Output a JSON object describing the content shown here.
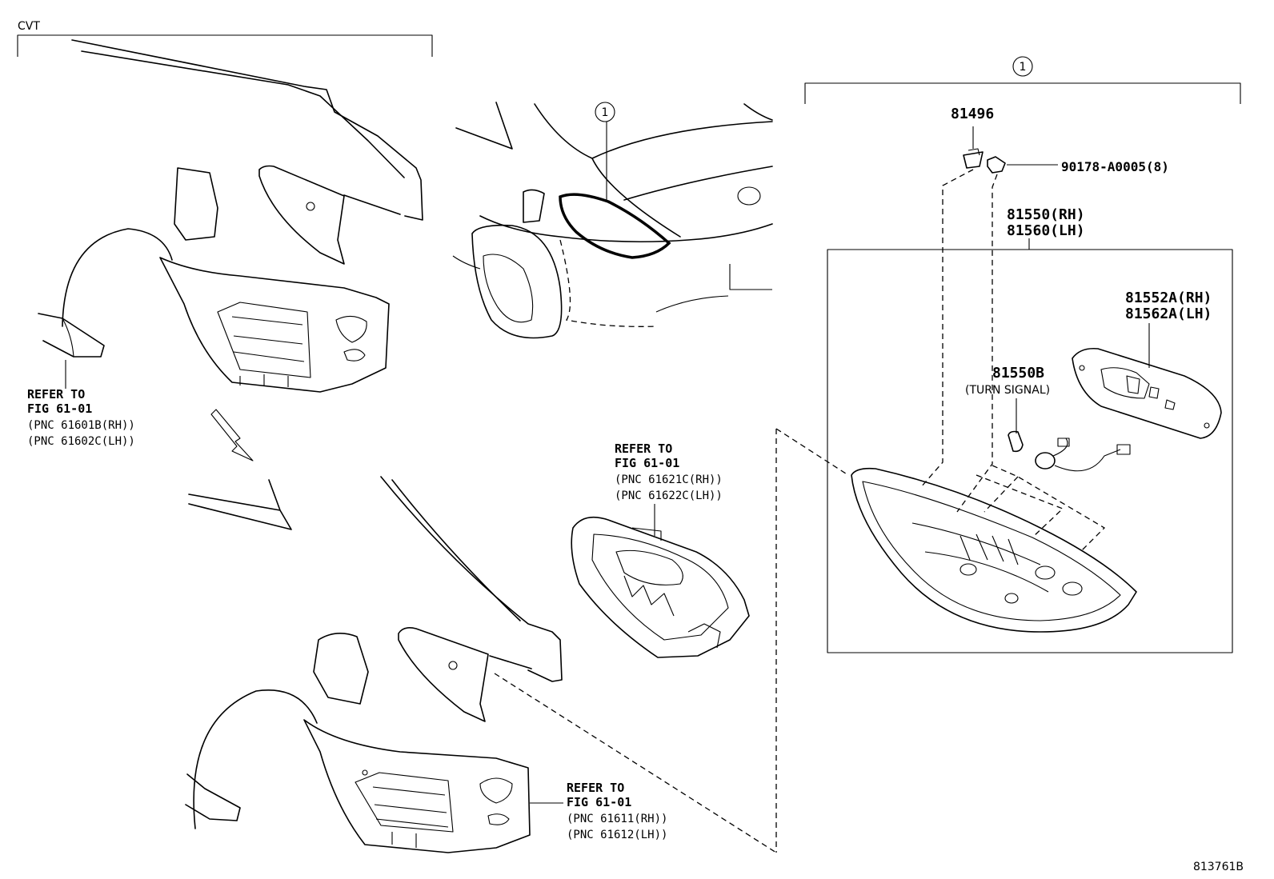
{
  "diagram": {
    "section_label": "CVT",
    "callout_symbol": "1",
    "drawing_number": "813761B"
  },
  "labels": {
    "refer_upper_left": {
      "line1": "REFER TO",
      "line2": "FIG 61-01",
      "line3": "(PNC 61601B(RH))",
      "line4": "(PNC 61602C(LH))"
    },
    "refer_middle": {
      "line1": "REFER TO",
      "line2": "FIG 61-01",
      "line3": "(PNC 61621C(RH))",
      "line4": "(PNC 61622C(LH))"
    },
    "refer_lower": {
      "line1": "REFER TO",
      "line2": "FIG 61-01",
      "line3": "(PNC 61611(RH))",
      "line4": "(PNC 61612(LH))"
    },
    "part_81496": "81496",
    "part_90178": "90178-A0005(8)",
    "part_81550_rh": "81550(RH)",
    "part_81560_lh": "81560(LH)",
    "part_81552a_rh": "81552A(RH)",
    "part_81562a_lh": "81562A(LH)",
    "part_81550b": "81550B",
    "part_81550b_desc": "(TURN SIGNAL)"
  }
}
